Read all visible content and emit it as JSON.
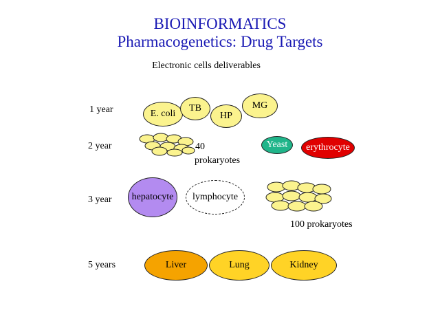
{
  "title": {
    "line1": "BIOINFORMATICS",
    "line2": "Pharmacogenetics: Drug Targets"
  },
  "subtitle": "Electronic cells deliverables",
  "rows": {
    "year1": "1 year",
    "year2": "2 year",
    "year3": "3 year",
    "year5": "5 years"
  },
  "cells": {
    "ecoli": "E. coli",
    "tb": "TB",
    "hp": "HP",
    "mg": "MG",
    "yeast": "Yeast",
    "erythrocyte": "erythrocyte",
    "hepatocyte": "hepatocyte",
    "lymphocyte": "lymphocyte",
    "liver": "Liver",
    "lung": "Lung",
    "kidney": "Kidney"
  },
  "notes": {
    "prok40_line1": "40",
    "prok40_line2": "prokaryotes",
    "prok100": "100 prokaryotes"
  },
  "colors": {
    "title": "#1a1ab4",
    "pale_yellow": "#fbf38e",
    "teal": "#20b58a",
    "red": "#e00000",
    "purple": "#b38bf0",
    "orange": "#f5a300",
    "golden": "#ffd326"
  }
}
